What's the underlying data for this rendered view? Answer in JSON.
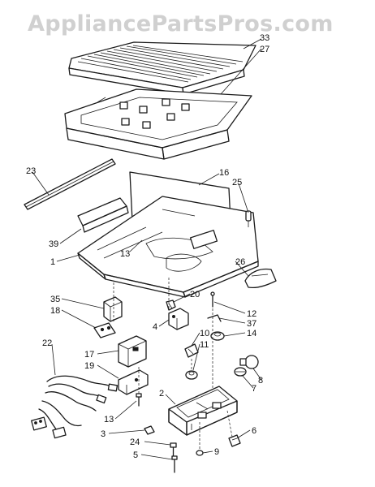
{
  "watermark": "AppliancePartsPros.com",
  "callouts": [
    "33",
    "27",
    "23",
    "16",
    "25",
    "39",
    "1",
    "13",
    "26",
    "35",
    "18",
    "20",
    "12",
    "37",
    "4",
    "10",
    "11",
    "14",
    "17",
    "19",
    "22",
    "8",
    "7",
    "2",
    "13",
    "3",
    "6",
    "24",
    "9",
    "5"
  ]
}
